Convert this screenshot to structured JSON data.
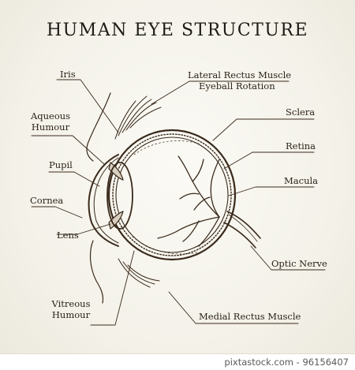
{
  "title": "HUMAN EYE STRUCTURE",
  "labels": {
    "iris": "Iris",
    "aqueous_1": "Aqueous",
    "aqueous_2": "Humour",
    "pupil": "Pupil",
    "cornea": "Cornea",
    "lens": "Lens",
    "vitreous_1": "Vitreous",
    "vitreous_2": "Humour",
    "lateral_1": "Lateral Rectus Muscle",
    "lateral_2": "Eyeball Rotation",
    "sclera": "Sclera",
    "retina": "Retina",
    "macula": "Macula",
    "optic_nerve": "Optic Nerve",
    "medial": "Medial Rectus Muscle"
  },
  "footer": {
    "text": "pixtastock.com - 96156407"
  },
  "colors": {
    "ink": "#3a2a1c",
    "background": "#f3f1e8"
  }
}
